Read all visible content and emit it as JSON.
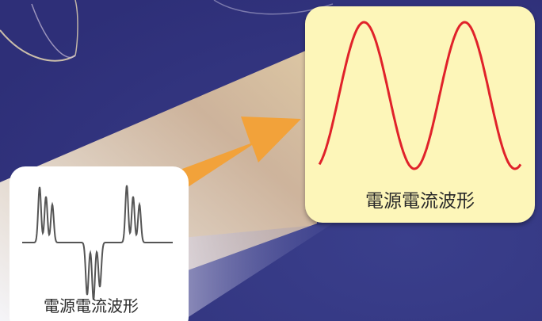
{
  "diagram": {
    "before_card": {
      "caption": "電源電流波形",
      "waveform": "distorted-pulse"
    },
    "after_card": {
      "caption": "電源電流波形",
      "waveform": "sine"
    },
    "arrow": "right-up"
  },
  "colors": {
    "background": "#3b3f8a",
    "arrow": "#f2a23a",
    "sine_wave": "#e0222a",
    "distorted_wave": "#555555",
    "after_card_bg": "#fdf6b9",
    "before_card_bg": "#ffffff"
  }
}
